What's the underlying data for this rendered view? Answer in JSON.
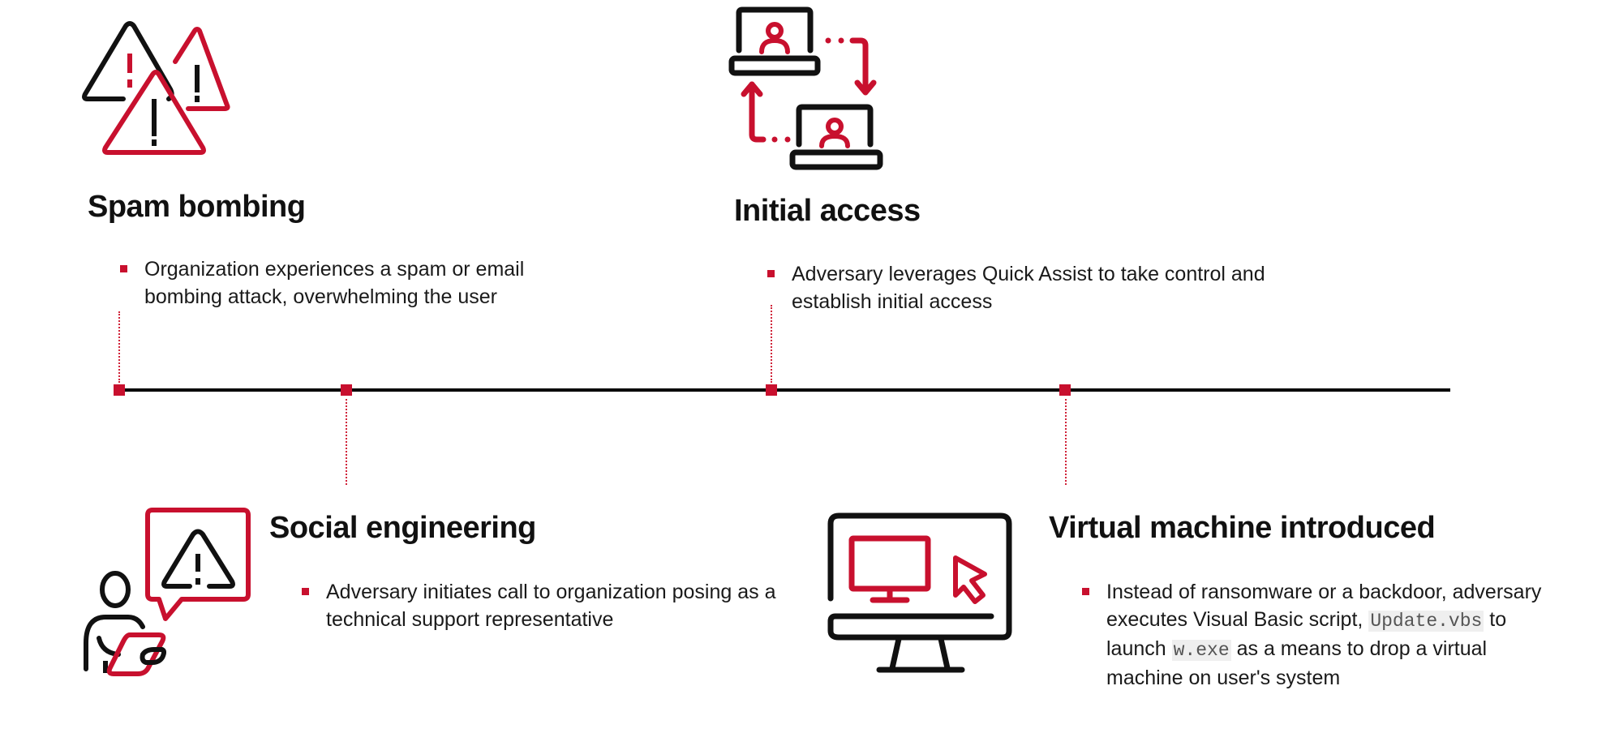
{
  "diagram": {
    "colors": {
      "accent": "#c8102e",
      "line": "#000000",
      "text": "#1a1a1a",
      "code_bg": "#efefef"
    },
    "stages": [
      {
        "title": "Spam bombing",
        "icon": "warning-triangles-icon",
        "position": "above",
        "bullets": [
          "Organization experiences a spam or email bombing attack, overwhelming the user"
        ]
      },
      {
        "title": "Social engineering",
        "icon": "person-speech-warning-icon",
        "position": "below",
        "bullets": [
          "Adversary initiates call to organization posing as a technical support representative"
        ]
      },
      {
        "title": "Initial access",
        "icon": "remote-laptops-icon",
        "position": "above",
        "bullets": [
          "Adversary leverages Quick Assist to take control and establish initial access"
        ]
      },
      {
        "title": "Virtual machine introduced",
        "icon": "monitor-cursor-icon",
        "position": "below",
        "bullet_parts": {
          "line1": "Instead of ransomware or a backdoor, adversary executes Visual Basic script,",
          "code1": "Update.vbs",
          "mid": "to launch",
          "code2": "w.exe",
          "tail": "as a means to drop a virtual machine on user's system"
        }
      }
    ]
  }
}
